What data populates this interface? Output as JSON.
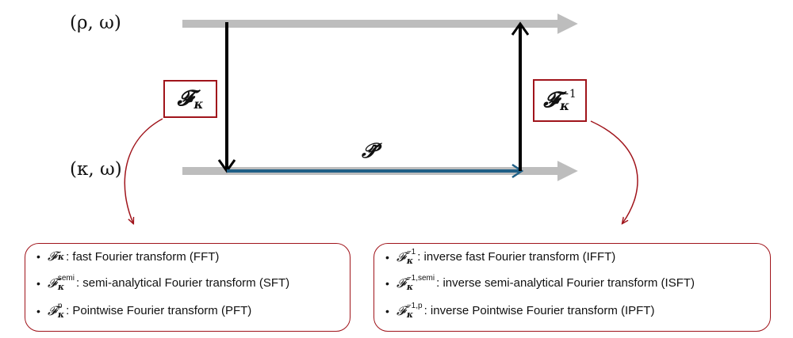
{
  "labels": {
    "top_axis": "(ρ, ω)",
    "bottom_axis": "(κ, ω)",
    "propagator": "𝒫̃"
  },
  "operators": {
    "forward": {
      "symbol": "𝓕",
      "subscript": "κ",
      "superscript": ""
    },
    "inverse": {
      "symbol": "𝓕",
      "subscript": "κ",
      "superscript": "−1"
    }
  },
  "forward_list": [
    {
      "symbol": "𝓕",
      "superscript": "",
      "subscript": "κ",
      "text": ": fast Fourier transform (FFT)"
    },
    {
      "symbol": "𝓕",
      "superscript": "semi",
      "subscript": "κ",
      "text": ": semi-analytical Fourier transform (SFT)"
    },
    {
      "symbol": "𝓕",
      "superscript": "p",
      "subscript": "κ",
      "text": ": Pointwise Fourier transform (PFT)"
    }
  ],
  "inverse_list": [
    {
      "symbol": "𝓕",
      "superscript": "−1",
      "subscript": "κ",
      "text": ": inverse fast Fourier transform (IFFT)"
    },
    {
      "symbol": "𝓕",
      "superscript": "−1,semi",
      "subscript": "κ",
      "text": ": inverse semi-analytical Fourier transform (ISFT)"
    },
    {
      "symbol": "𝓕",
      "superscript": "−1,p",
      "subscript": "κ",
      "text": ": inverse Pointwise Fourier transform (IPFT)"
    }
  ],
  "colors": {
    "axis": "#bdbdbd",
    "accent": "#a0141b",
    "propagation": "#1f5f86",
    "transform_arrow": "#000000"
  }
}
